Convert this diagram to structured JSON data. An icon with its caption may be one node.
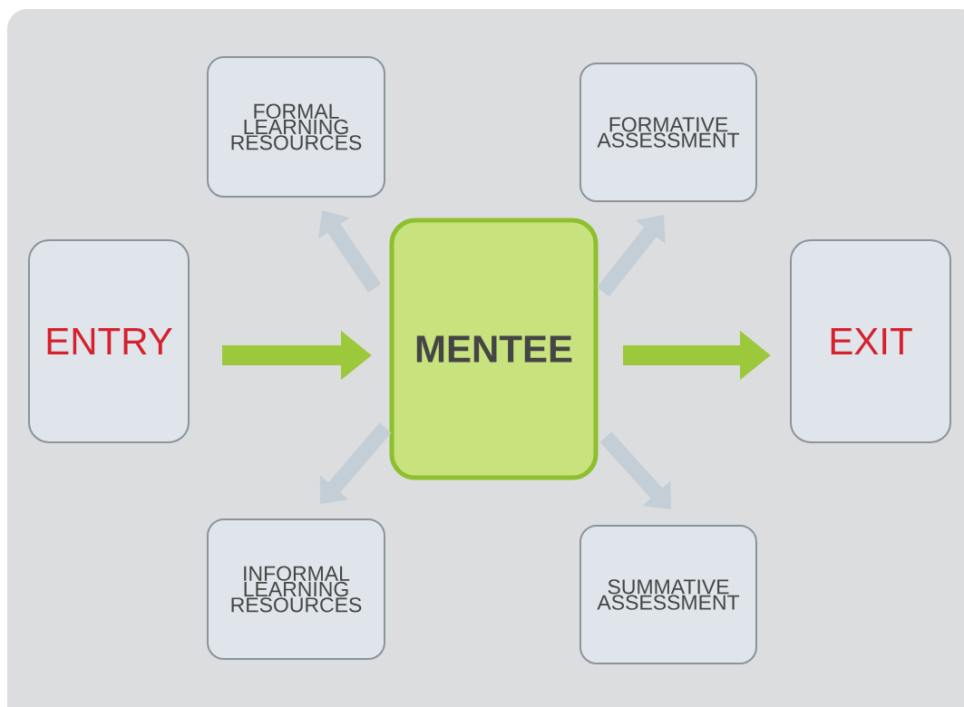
{
  "diagram": {
    "nodes": [
      {
        "text": [
          "FORMAL LEARNING RESOURCES"
        ]
      },
      {
        "text": [
          "FORMATIVE ASSESSMENT"
        ]
      },
      {
        "text": [
          "ENTRY"
        ]
      },
      {
        "text": [
          "MENTEE"
        ]
      },
      {
        "text": [
          "EXIT"
        ]
      },
      {
        "text": [
          "INFORMAL LEARNING RESOURCES"
        ]
      },
      {
        "text": [
          "SUMMATIVE ASSESSMENT"
        ]
      }
    ],
    "edges": [
      {
        "from": 2,
        "to": 3,
        "arrow": "to",
        "color": "#9cc83c"
      },
      {
        "from": 3,
        "to": 4,
        "arrow": "to",
        "color": "#9cc83c"
      },
      {
        "from": 3,
        "to": 0,
        "arrow": "to"
      },
      {
        "from": 3,
        "to": 1,
        "arrow": "to"
      },
      {
        "from": 3,
        "to": 5,
        "arrow": "to"
      },
      {
        "from": 3,
        "to": 6,
        "arrow": "to"
      }
    ]
  }
}
